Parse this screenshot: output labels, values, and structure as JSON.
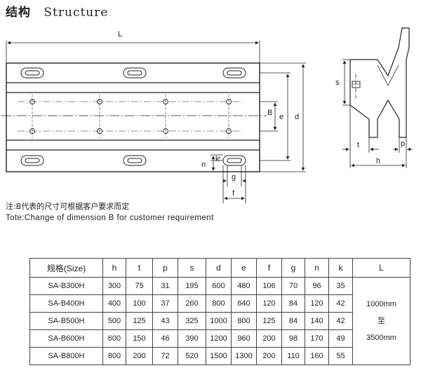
{
  "heading": {
    "cn": "结构",
    "en": "Structure"
  },
  "drawing": {
    "labels": {
      "L": "L",
      "B": "B",
      "e": "e",
      "d": "d",
      "n": "n",
      "k": "k",
      "g": "g",
      "f": "f",
      "s": "s",
      "t": "t",
      "p": "p",
      "h": "h"
    }
  },
  "notes": {
    "cn": "注:B代表的尺寸可根据客户要求而定",
    "en": "Tote:Change of dimension B for customer requirement"
  },
  "table": {
    "headers": [
      "规格(Size)",
      "h",
      "t",
      "p",
      "s",
      "d",
      "e",
      "f",
      "g",
      "n",
      "k",
      "L"
    ],
    "rows": [
      [
        "SA-B300H",
        "300",
        "75",
        "31",
        "195",
        "600",
        "480",
        "106",
        "70",
        "96",
        "35"
      ],
      [
        "SA-B400H",
        "400",
        "100",
        "37",
        "260",
        "800",
        "640",
        "120",
        "84",
        "120",
        "42"
      ],
      [
        "SA-B500H",
        "500",
        "125",
        "43",
        "325",
        "1000",
        "800",
        "125",
        "84",
        "140",
        "42"
      ],
      [
        "SA-B600H",
        "600",
        "150",
        "46",
        "390",
        "1200",
        "960",
        "200",
        "98",
        "170",
        "49"
      ],
      [
        "SA-B800H",
        "800",
        "200",
        "72",
        "520",
        "1500",
        "1300",
        "200",
        "110",
        "160",
        "55"
      ]
    ],
    "L_range": [
      "1000mm",
      "至",
      "3500mm"
    ]
  }
}
